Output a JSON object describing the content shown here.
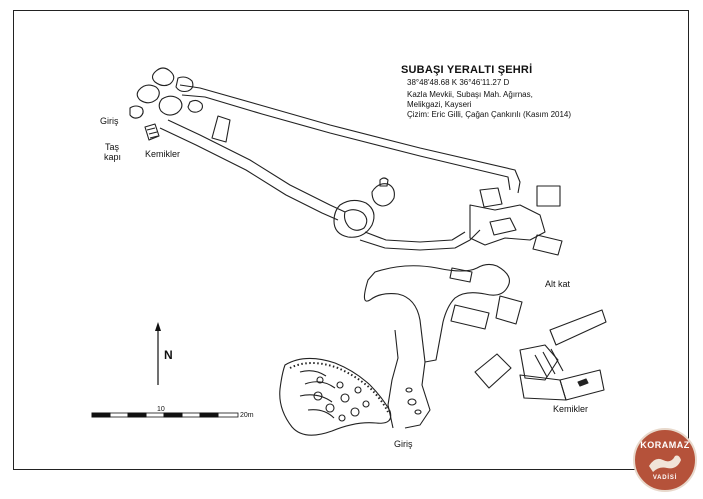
{
  "map": {
    "title": "SUBAŞI YERALTI ŞEHRİ",
    "coordinates": "38°48'48.68 K  36°46'11.27 D",
    "location_line1": "Kazla Mevkii, Subaşı Mah. Ağırnas,",
    "location_line2": "Melikgazi, Kayseri",
    "credit": "Çizim: Eric Gilli, Çağan Çankırılı (Kasım 2014)",
    "north_label": "N",
    "scale": {
      "mid_label": "10",
      "end_label": "20m"
    },
    "labels": {
      "giris_top": "Giriş",
      "tas": "Taş",
      "kapi": "kapı",
      "kemikler_left": "Kemikler",
      "alt_kat": "Alt kat",
      "kemikler_right": "Kemikler",
      "giris_bottom": "Giriş"
    }
  },
  "logo": {
    "top_text": "KORAMAZ",
    "bottom_text": "VADİSİ",
    "color": "#b5523a"
  }
}
